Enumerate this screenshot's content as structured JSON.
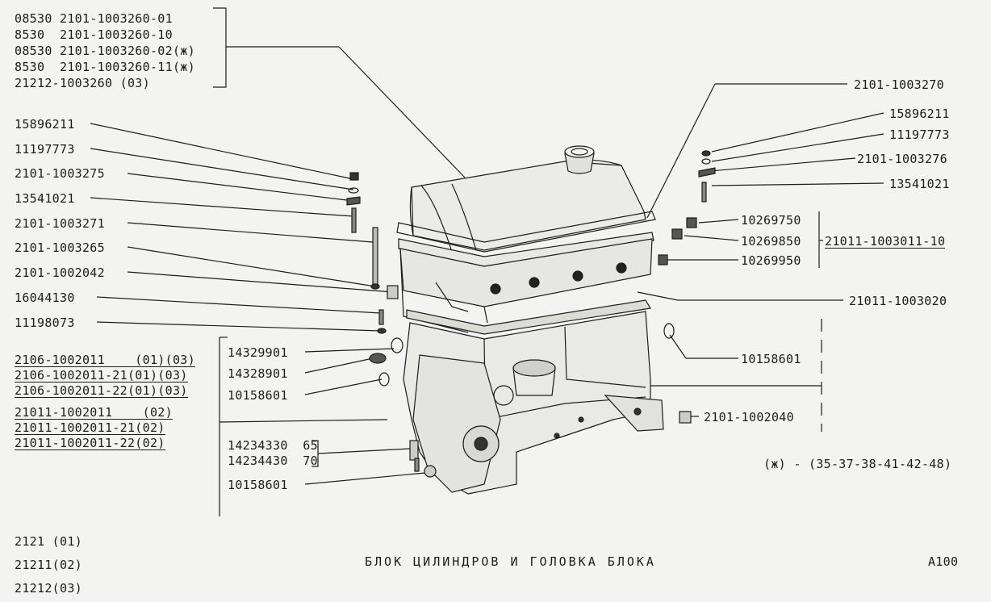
{
  "header_group": [
    "08530 2101-1003260-01",
    "8530  2101-1003260-10",
    "08530 2101-1003260-02(ж)",
    "8530  2101-1003260-11(ж)",
    "21212-1003260 (03)"
  ],
  "left_labels": [
    "15896211",
    "11197773",
    "2101-1003275",
    "13541021",
    "2101-1003271",
    "2101-1003265",
    "2101-1002042",
    "16044130",
    "11198073"
  ],
  "block_variants": [
    "2106-1002011    (01)(03)",
    "2106-1002011-21(01)(03)",
    "2106-1002011-22(01)(03)",
    "21011-1002011    (02)",
    "21011-1002011-21(02)",
    "21011-1002011-22(02)"
  ],
  "middle_labels": {
    "p14329901": "14329901",
    "p14328901": "14328901",
    "p10158601a": "10158601",
    "p14234330": "14234330  65",
    "p14234430": "14234430  70",
    "p10158601b": "10158601"
  },
  "right_labels": [
    "2101-1003270",
    "15896211",
    "11197773",
    "2101-1003276",
    "13541021"
  ],
  "seat_group": {
    "items": [
      "10269750",
      "10269850",
      "10269950"
    ],
    "assembly": "21011-1003011-10"
  },
  "gasket": "21011-1003020",
  "right_lower": {
    "ring": "10158601",
    "bushing": "2101-1002040"
  },
  "footnote": "(ж) - (35-37-38-41-42-48)",
  "models": [
    "2121 (01)",
    "21211(02)",
    "21212(03)"
  ],
  "title": "БЛОК ЦИЛИНДРОВ И ГОЛОВКА БЛОКА",
  "page_code": "A100"
}
